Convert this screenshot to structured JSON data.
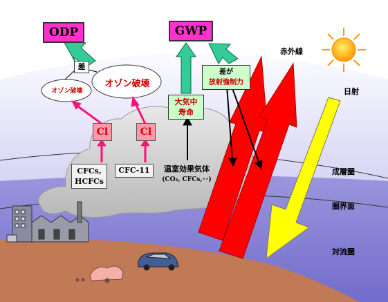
{
  "labels": {
    "odp": "ODP",
    "gwp": "GWP",
    "diff_top": "差",
    "ozone_small": "オゾン破壊",
    "ozone_big": "オゾン破壊",
    "cl_left": "Cl",
    "cl_right": "Cl",
    "cfcs_line1": "CFCs,",
    "cfcs_line2": "HCFCs",
    "cfc11": "CFC-11",
    "lifetime_line1": "大気中",
    "lifetime_line2": "寿命",
    "forcing_line1": "差が",
    "forcing_line2": "放射強制力",
    "ghg_line1": "温室効果気体",
    "ghg_line2": "(CO₂, CFCs,･･)",
    "infrared": "赤外線",
    "solar": "日射",
    "stratosphere": "成層圏",
    "tropopause": "圏界面",
    "troposphere": "対流圏"
  },
  "colors": {
    "sky_top": "#ffffff",
    "sky_bottom": "#b7b3e8",
    "earth": "#c07a55",
    "box_magenta": "#ff33cc",
    "box_green": "#ccffcc",
    "arrow_teal": "#33cc99",
    "arrow_red": "#ff0000",
    "arrow_yellow": "#ffff00"
  }
}
